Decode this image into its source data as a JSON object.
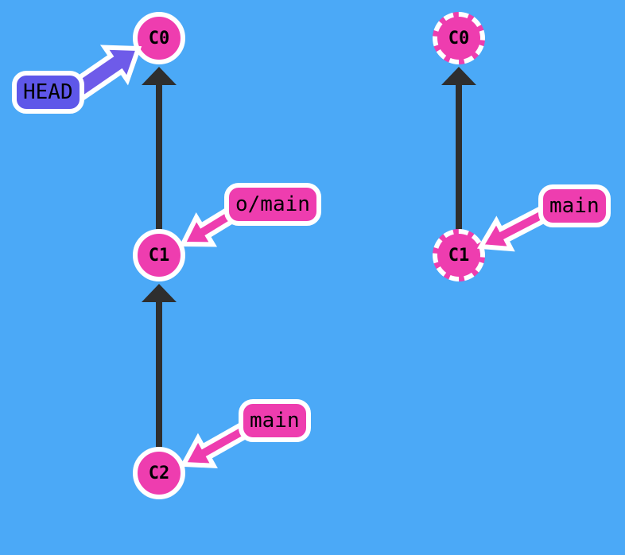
{
  "colors": {
    "background": "#4BA9F7",
    "outline": "#FFFFFF",
    "commit_fill": "#EE3DAF",
    "branch_label_fill": "#EE3DAF",
    "branch_arrow_fill": "#EE3DAF",
    "head_label_fill": "#5E57E9",
    "head_arrow_fill": "#6E5BE9",
    "edge_color": "#2E2E2E",
    "text_color": "#000000"
  },
  "left_graph": {
    "commits": [
      {
        "id": "C0",
        "style": "solid"
      },
      {
        "id": "C1",
        "style": "solid"
      },
      {
        "id": "C2",
        "style": "solid"
      }
    ],
    "refs": [
      {
        "label": "HEAD",
        "points_to": "C0"
      },
      {
        "label": "o/main",
        "points_to": "C1"
      },
      {
        "label": "main",
        "points_to": "C2"
      }
    ]
  },
  "right_graph": {
    "commits": [
      {
        "id": "C0",
        "style": "dashed"
      },
      {
        "id": "C1",
        "style": "dashed"
      }
    ],
    "refs": [
      {
        "label": "main",
        "points_to": "C1"
      }
    ]
  }
}
